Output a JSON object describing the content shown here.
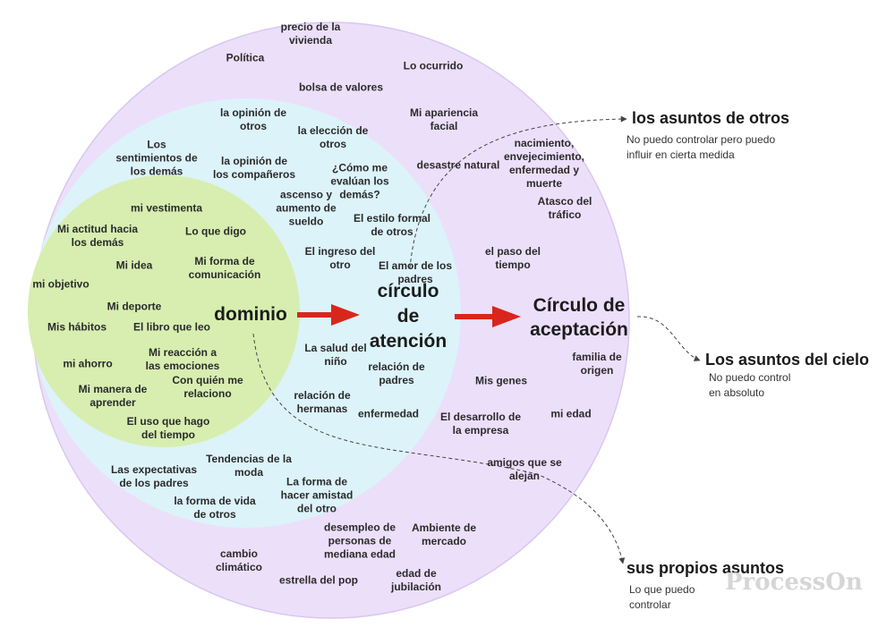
{
  "colors": {
    "outer_circle": "#ecdffa",
    "outer_stroke": "#d9c8f0",
    "middle_circle": "#dcf3fa",
    "inner_circle": "#d7eeb0",
    "arrow": "#d9261c",
    "dashed": "#444444"
  },
  "titles": {
    "domain": "dominio",
    "attention": [
      "círculo",
      "de",
      "atención"
    ],
    "acceptance": [
      "Círculo de",
      "aceptación"
    ]
  },
  "inner_labels": [
    [
      "mi vestimenta"
    ],
    [
      "Mi actitud hacia",
      "los demás"
    ],
    [
      "Lo que digo"
    ],
    [
      "Mi idea"
    ],
    [
      "Mi forma de",
      "comunicación"
    ],
    [
      "mi objetivo"
    ],
    [
      "Mi deporte"
    ],
    [
      "Mis hábitos"
    ],
    [
      "El libro que leo"
    ],
    [
      "mi ahorro"
    ],
    [
      "Mi reacción a",
      "las emociones"
    ],
    [
      "Con quién me",
      "relaciono"
    ],
    [
      "Mi manera de",
      "aprender"
    ],
    [
      "El uso que hago",
      "del tiempo"
    ]
  ],
  "middle_labels": [
    [
      "la opinión de",
      "otros"
    ],
    [
      "la elección de",
      "otros"
    ],
    [
      "Los",
      "sentimientos de",
      "los demás"
    ],
    [
      "la opinión de",
      "los compañeros"
    ],
    [
      "¿Cómo me",
      "evalúan los",
      "demás?"
    ],
    [
      "ascenso y",
      "aumento de",
      "sueldo"
    ],
    [
      "El estilo formal",
      "de otros"
    ],
    [
      "El ingreso del",
      "otro"
    ],
    [
      "El amor de los",
      "padres"
    ],
    [
      "La salud del",
      "niño"
    ],
    [
      "relación de",
      "padres"
    ],
    [
      "relación de",
      "hermanas"
    ],
    [
      "enfermedad"
    ],
    [
      "Tendencias de la",
      "moda"
    ],
    [
      "Las expectativas",
      "de los padres"
    ],
    [
      "La forma de",
      "hacer amistad",
      "del otro"
    ],
    [
      "la forma de vida",
      "de otros"
    ]
  ],
  "outer_labels": [
    [
      "precio de la",
      "vivienda"
    ],
    [
      "Política"
    ],
    [
      "Lo ocurrido"
    ],
    [
      "bolsa de valores"
    ],
    [
      "Mi apariencia",
      "facial"
    ],
    [
      "nacimiento,",
      "envejecimiento,",
      "enfermedad y",
      "muerte"
    ],
    [
      "desastre natural"
    ],
    [
      "Atasco del",
      "tráfico"
    ],
    [
      "el paso del",
      "tiempo"
    ],
    [
      "familia de",
      "origen"
    ],
    [
      "Mis genes"
    ],
    [
      "mi edad"
    ],
    [
      "El desarrollo de",
      "la empresa"
    ],
    [
      "amigos que se",
      "alejan"
    ],
    [
      "desempleo de",
      "personas de",
      "mediana edad"
    ],
    [
      "Ambiente de",
      "mercado"
    ],
    [
      "cambio",
      "climático"
    ],
    [
      "estrella del pop"
    ],
    [
      "edad de",
      "jubilación"
    ]
  ],
  "side_notes": {
    "others": {
      "heading": "los asuntos de otros",
      "desc": [
        "No puedo controlar pero puedo",
        "influir en cierta medida"
      ]
    },
    "heaven": {
      "heading": "Los asuntos del cielo",
      "desc": [
        "No puedo control",
        "en absoluto"
      ]
    },
    "own": {
      "heading": "sus propios asuntos",
      "desc": [
        "Lo que puedo",
        "controlar"
      ]
    }
  },
  "watermark": "ProcessOn"
}
